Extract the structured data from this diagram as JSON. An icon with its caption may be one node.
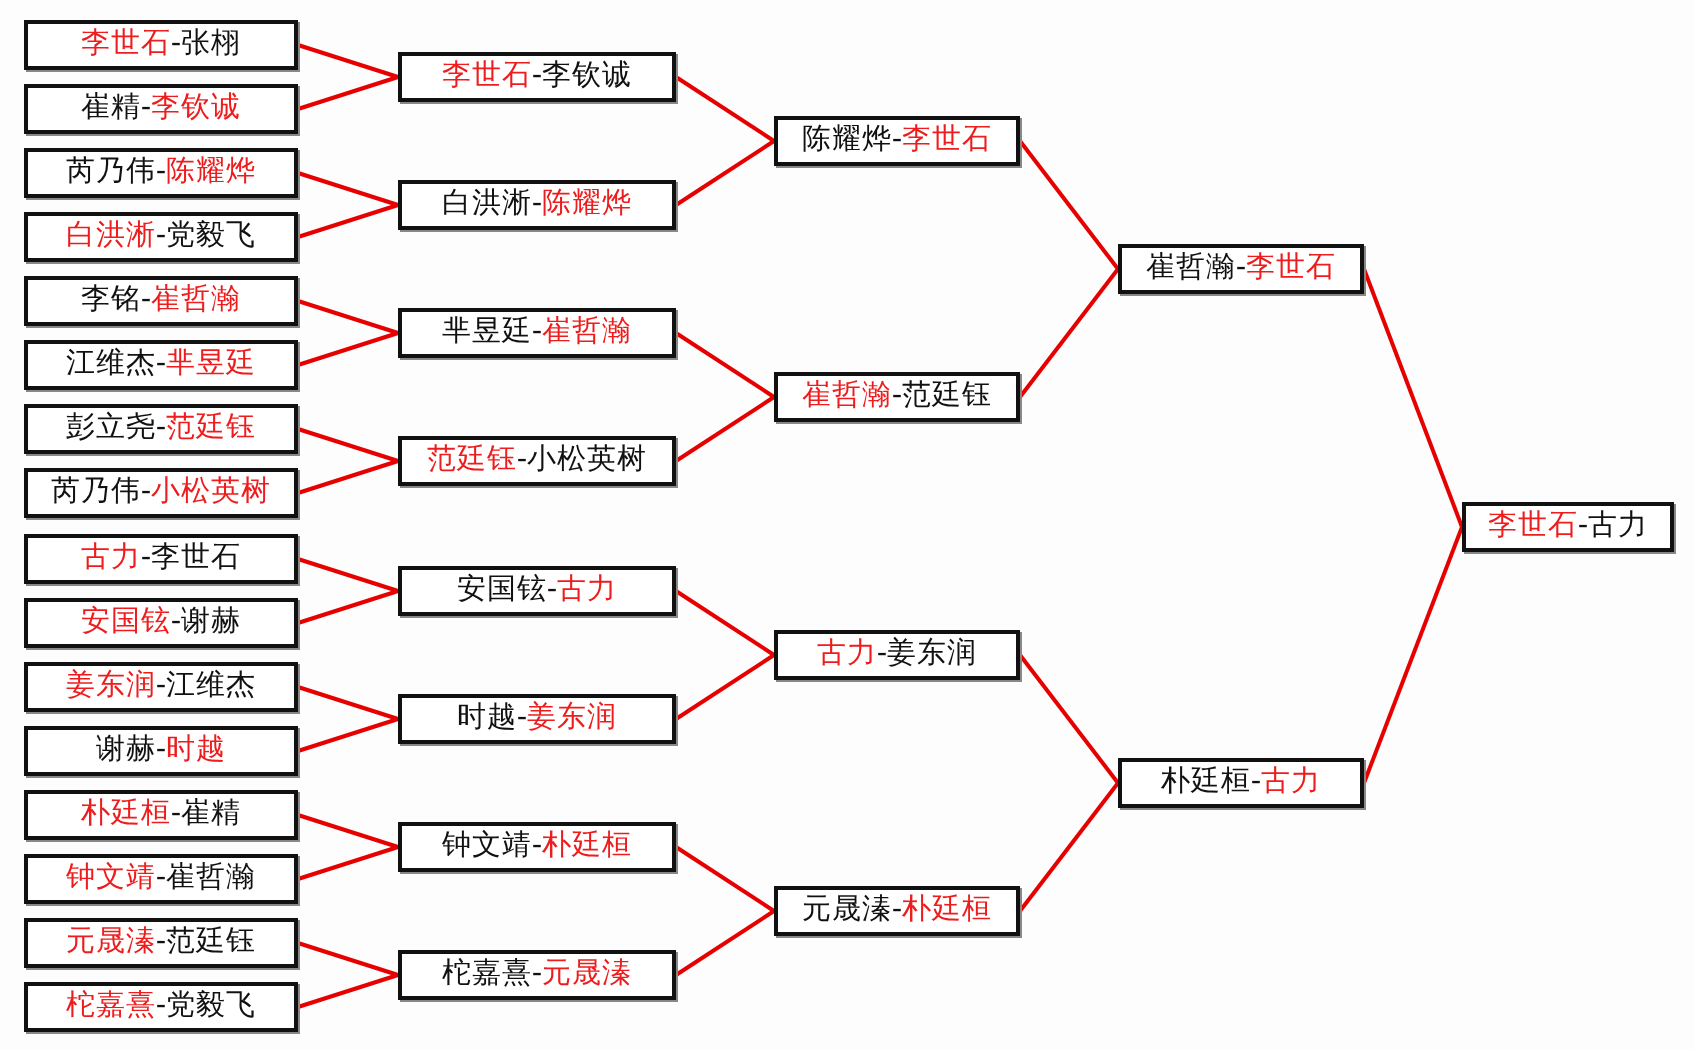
{
  "diagram": {
    "nodes": [
      {
        "text": [
          "**李世石**-张栩"
        ]
      },
      {
        "text": [
          "崔精-**李钦诚**"
        ]
      },
      {
        "text": [
          "芮乃伟-**陈耀烨**"
        ]
      },
      {
        "text": [
          "**白洪淅**-党毅飞"
        ]
      },
      {
        "text": [
          "李铭-**崔哲瀚**"
        ]
      },
      {
        "text": [
          "江维杰-**芈昱廷**"
        ]
      },
      {
        "text": [
          "彭立尧-**范廷钰**"
        ]
      },
      {
        "text": [
          "芮乃伟-**小松英树**"
        ]
      },
      {
        "text": [
          "**古力**-李世石"
        ]
      },
      {
        "text": [
          "**安国铉**-谢赫"
        ]
      },
      {
        "text": [
          "**姜东润**-江维杰"
        ]
      },
      {
        "text": [
          "谢赫-**时越**"
        ]
      },
      {
        "text": [
          "**朴廷桓**-崔精"
        ]
      },
      {
        "text": [
          "**钟文靖**-崔哲瀚"
        ]
      },
      {
        "text": [
          "**元晟溱**-范廷钰"
        ]
      },
      {
        "text": [
          "**柁嘉熹**-党毅飞"
        ]
      },
      {
        "text": [
          "**李世石**-李钦诚"
        ]
      },
      {
        "text": [
          "白洪淅-**陈耀烨**"
        ]
      },
      {
        "text": [
          "芈昱廷-**崔哲瀚**"
        ]
      },
      {
        "text": [
          "**范廷钰**-小松英树"
        ]
      },
      {
        "text": [
          "安国铉-**古力**"
        ]
      },
      {
        "text": [
          "时越-**姜东润**"
        ]
      },
      {
        "text": [
          "钟文靖-**朴廷桓**"
        ]
      },
      {
        "text": [
          "柁嘉熹-**元晟溱**"
        ]
      },
      {
        "text": [
          "陈耀烨-**李世石**"
        ]
      },
      {
        "text": [
          "**崔哲瀚**-范廷钰"
        ]
      },
      {
        "text": [
          "**古力**-姜东润"
        ]
      },
      {
        "text": [
          "元晟溱-**朴廷桓**"
        ]
      },
      {
        "text": [
          "崔哲瀚-**李世石**"
        ]
      },
      {
        "text": [
          "朴廷桓-**古力**"
        ]
      },
      {
        "text": [
          "**李世石**-古力"
        ]
      }
    ],
    "edges": [
      {
        "from": 0,
        "to": 16,
        "arrow": "none"
      },
      {
        "from": 1,
        "to": 16,
        "arrow": "none"
      },
      {
        "from": 2,
        "to": 17,
        "arrow": "none"
      },
      {
        "from": 3,
        "to": 17,
        "arrow": "none"
      },
      {
        "from": 4,
        "to": 18,
        "arrow": "none"
      },
      {
        "from": 5,
        "to": 18,
        "arrow": "none"
      },
      {
        "from": 6,
        "to": 19,
        "arrow": "none"
      },
      {
        "from": 7,
        "to": 19,
        "arrow": "none"
      },
      {
        "from": 8,
        "to": 20,
        "arrow": "none"
      },
      {
        "from": 9,
        "to": 20,
        "arrow": "none"
      },
      {
        "from": 10,
        "to": 21,
        "arrow": "none"
      },
      {
        "from": 11,
        "to": 21,
        "arrow": "none"
      },
      {
        "from": 12,
        "to": 22,
        "arrow": "none"
      },
      {
        "from": 13,
        "to": 22,
        "arrow": "none"
      },
      {
        "from": 14,
        "to": 23,
        "arrow": "none"
      },
      {
        "from": 15,
        "to": 23,
        "arrow": "none"
      },
      {
        "from": 16,
        "to": 24,
        "arrow": "none"
      },
      {
        "from": 17,
        "to": 24,
        "arrow": "none"
      },
      {
        "from": 18,
        "to": 25,
        "arrow": "none"
      },
      {
        "from": 19,
        "to": 25,
        "arrow": "none"
      },
      {
        "from": 20,
        "to": 26,
        "arrow": "none"
      },
      {
        "from": 21,
        "to": 26,
        "arrow": "none"
      },
      {
        "from": 22,
        "to": 27,
        "arrow": "none"
      },
      {
        "from": 23,
        "to": 27,
        "arrow": "none"
      },
      {
        "from": 24,
        "to": 28,
        "arrow": "none"
      },
      {
        "from": 25,
        "to": 28,
        "arrow": "none"
      },
      {
        "from": 26,
        "to": 29,
        "arrow": "none"
      },
      {
        "from": 27,
        "to": 29,
        "arrow": "none"
      },
      {
        "from": 28,
        "to": 30,
        "arrow": "none"
      },
      {
        "from": 29,
        "to": 30,
        "arrow": "none"
      }
    ]
  }
}
